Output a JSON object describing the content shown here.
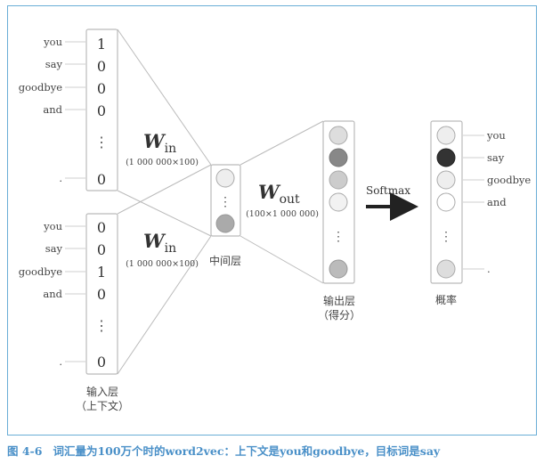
{
  "input_upper": {
    "words": [
      "you",
      "say",
      "goodbye",
      "and",
      "."
    ],
    "values": [
      "1",
      "0",
      "0",
      "0",
      "⋮",
      "0"
    ]
  },
  "input_lower": {
    "words": [
      "you",
      "say",
      "goodbye",
      "and",
      "."
    ],
    "values": [
      "0",
      "0",
      "1",
      "0",
      "⋮",
      "0"
    ]
  },
  "w_in_upper": {
    "symbol": "W",
    "sub": "in",
    "dim": "(1 000 000×100)"
  },
  "w_in_lower": {
    "symbol": "W",
    "sub": "in",
    "dim": "(1 000 000×100)"
  },
  "w_out": {
    "symbol": "W",
    "sub": "out",
    "dim": "(100×1 000 000)"
  },
  "softmax_label": "Softmax",
  "hidden_label": "中间层",
  "input_label": {
    "line1": "输入层",
    "line2": "（上下文）"
  },
  "output_label": {
    "line1": "输出层",
    "line2": "（得分）"
  },
  "prob_label": "概率",
  "output_words": [
    "you",
    "say",
    "goodbye",
    "and",
    "."
  ],
  "caption": {
    "number": "图 4-6",
    "text": "词汇量为100万个时的word2vec：上下文是you和goodbye，目标词是say"
  },
  "colors": {
    "frame": "#6aaed6",
    "caption": "#4a90c8",
    "node_light": "#eeeeee",
    "node_mid": "#cccccc",
    "node_gray": "#b0b0b0",
    "node_dark": "#444444"
  }
}
